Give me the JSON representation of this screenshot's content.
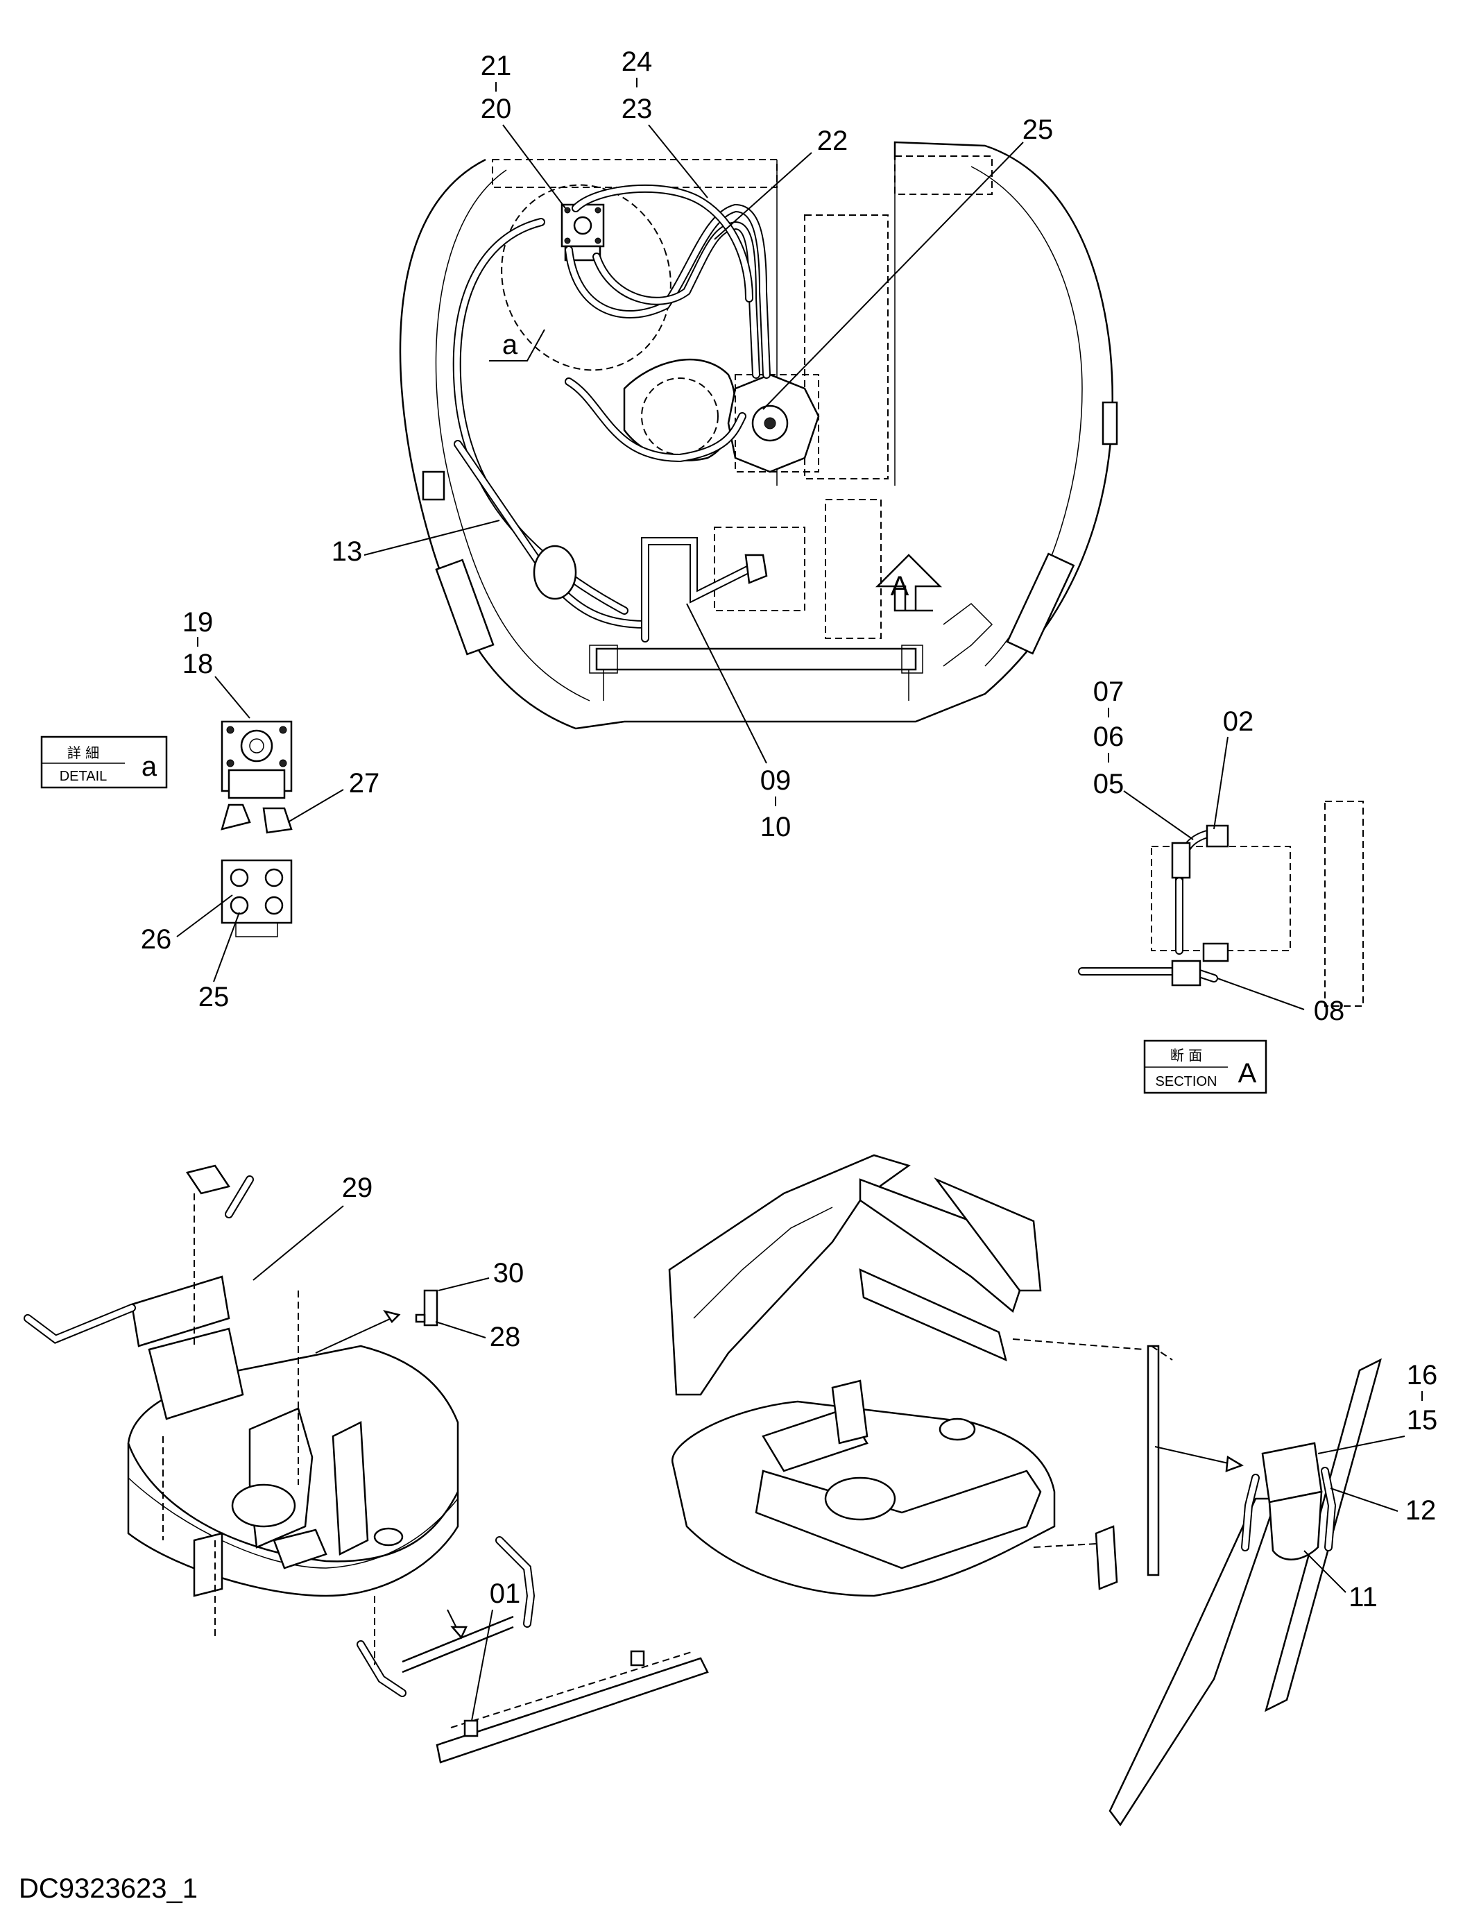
{
  "drawing_id": "DC9323623_1",
  "callouts": {
    "c21": "21",
    "c20": "20",
    "c24": "24",
    "c23": "23",
    "c22": "22",
    "c25top": "25",
    "c13": "13",
    "c09": "09",
    "c10": "10",
    "cA": "A",
    "ca": "a",
    "c19": "19",
    "c18": "18",
    "c27": "27",
    "c26": "26",
    "c25": "25",
    "c07": "07",
    "c06": "06",
    "c05": "05",
    "c02": "02",
    "c08": "08",
    "c29": "29",
    "c30": "30",
    "c28": "28",
    "c01": "01",
    "c16": "16",
    "c15": "15",
    "c12": "12",
    "c11": "11"
  },
  "detail_box": {
    "ja": "詳 細",
    "en": "DETAIL",
    "ref": "a"
  },
  "section_box": {
    "ja": "断 面",
    "en": "SECTION",
    "ref": "A"
  },
  "icons": [
    "view-arrow-icon",
    "direction-arrow-icon"
  ]
}
